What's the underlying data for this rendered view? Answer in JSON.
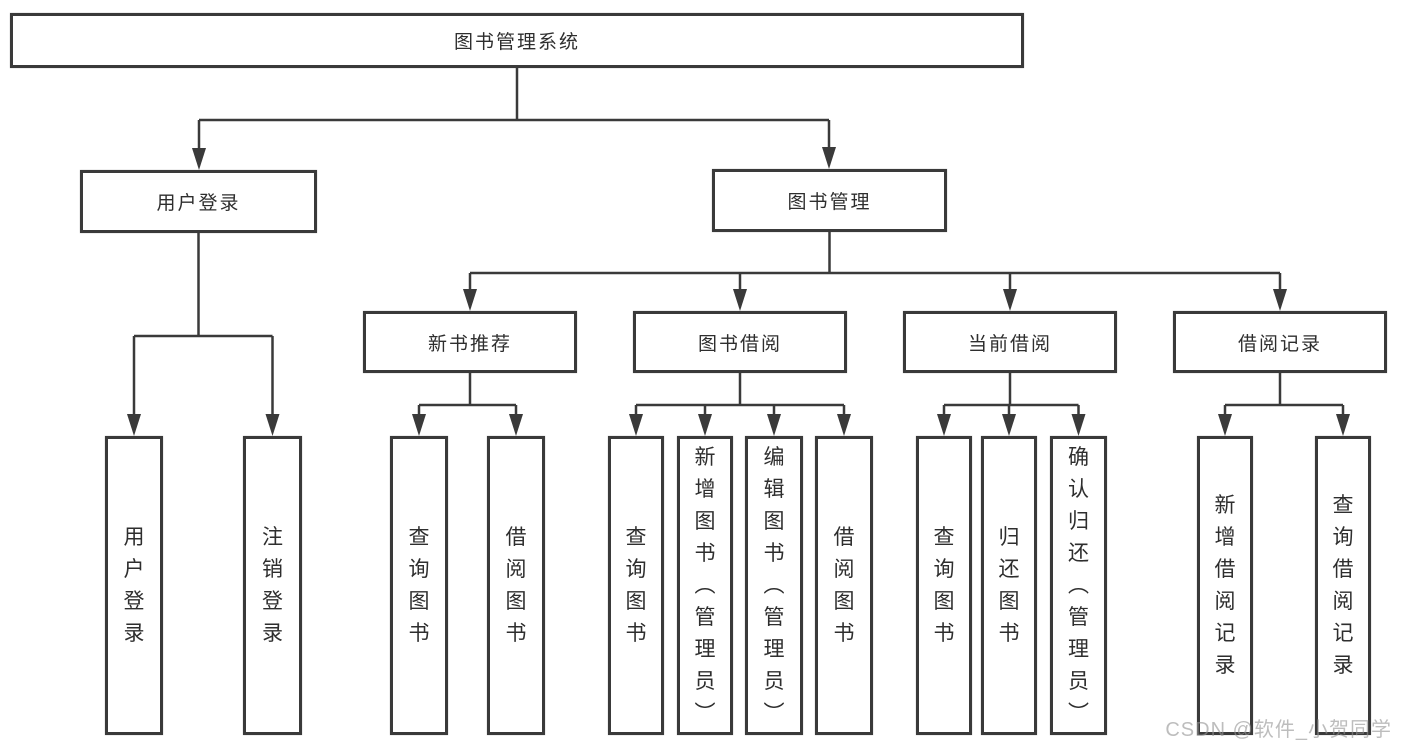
{
  "diagram_type": "tree",
  "colors": {
    "background": "#ffffff",
    "border": "#3a3a3a",
    "line": "#3a3a3a",
    "text": "#2e2e2e",
    "watermark": "#949494"
  },
  "tree": {
    "root": {
      "label": "图书管理系统",
      "children": [
        {
          "label": "用户登录",
          "children": [
            {
              "label": "用户登录"
            },
            {
              "label": "注销登录"
            }
          ]
        },
        {
          "label": "图书管理",
          "children": [
            {
              "label": "新书推荐",
              "children": [
                {
                  "label": "查询图书"
                },
                {
                  "label": "借阅图书"
                }
              ]
            },
            {
              "label": "图书借阅",
              "children": [
                {
                  "label": "查询图书"
                },
                {
                  "label": "新增图书（管理员）"
                },
                {
                  "label": "编辑图书（管理员）"
                },
                {
                  "label": "借阅图书"
                }
              ]
            },
            {
              "label": "当前借阅",
              "children": [
                {
                  "label": "查询图书"
                },
                {
                  "label": "归还图书"
                },
                {
                  "label": "确认归还（管理员）"
                }
              ]
            },
            {
              "label": "借阅记录",
              "children": [
                {
                  "label": "新增借阅记录"
                },
                {
                  "label": "查询借阅记录"
                }
              ]
            }
          ]
        }
      ]
    }
  },
  "watermark": {
    "text": "CSDN @软件_小贺同学"
  }
}
